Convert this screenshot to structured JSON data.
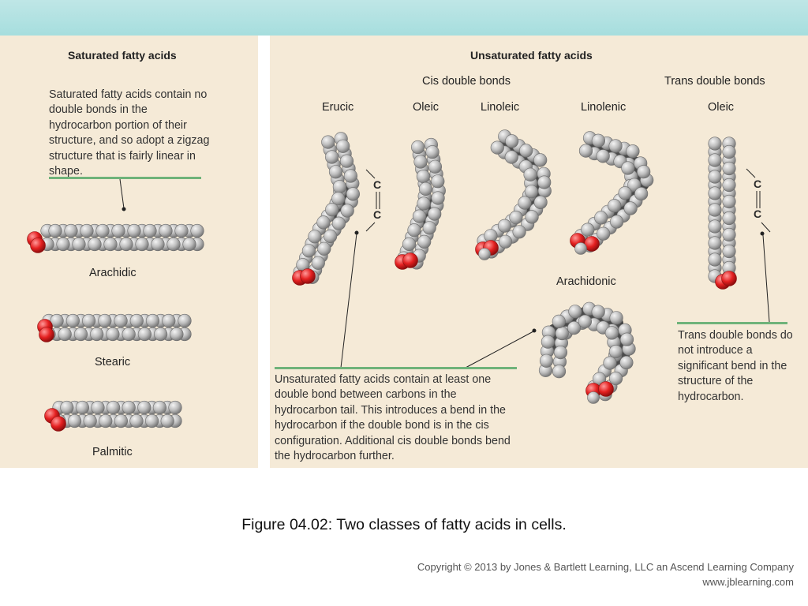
{
  "left": {
    "heading": "Saturated fatty acids",
    "description": "Saturated fatty acids contain no double bonds in the hydrocarbon portion of their structure, and so adopt a zigzag structure that is fairly linear in shape.",
    "molecules": [
      "Arachidic",
      "Stearic",
      "Palmitic"
    ]
  },
  "right": {
    "heading": "Unsaturated fatty acids",
    "cis_heading": "Cis double bonds",
    "trans_heading": "Trans double bonds",
    "cis_molecules": [
      "Erucic",
      "Oleic",
      "Linoleic",
      "Linolenic"
    ],
    "arachidonic": "Arachidonic",
    "trans_molecule": "Oleic",
    "unsaturated_note": "Unsaturated fatty acids contain at least one double bond between carbons in the hydrocarbon tail. This introduces a bend in the hydrocarbon if the double bond is in the cis configuration. Additional cis double bonds bend the hydrocarbon further.",
    "trans_note": "Trans double bonds do not introduce a significant bend in the structure of the hydrocarbon.",
    "bond_atom": "C"
  },
  "caption": "Figure 04.02: Two classes of fatty acids in cells.",
  "copyright": {
    "line1": "Copyright © 2013 by Jones & Bartlett Learning, LLC an Ascend Learning Company",
    "line2": "www.jblearning.com"
  },
  "colors": {
    "header_bar": "#a6dede",
    "panel": "#f5ead7",
    "rule": "#6fb37a",
    "hydrogen": "#b9b9b9",
    "carbon": "#4a4a4a",
    "oxygen": "#e02424"
  }
}
